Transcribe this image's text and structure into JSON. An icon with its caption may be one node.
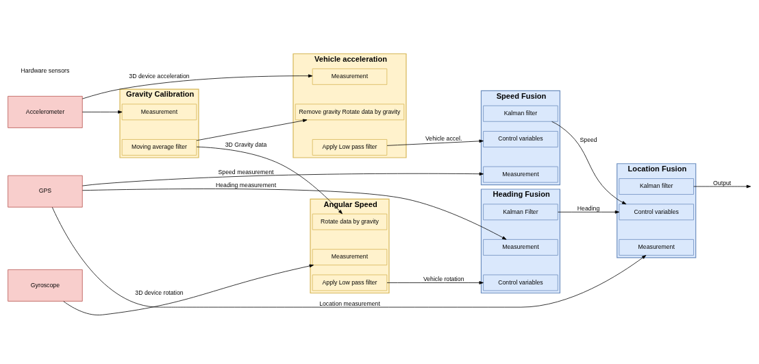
{
  "diagram": {
    "nodes": [
      {
        "text": [
          "Accelerometer"
        ]
      },
      {
        "text": [
          "GPS"
        ]
      },
      {
        "text": [
          "Gyroscope"
        ]
      },
      {
        "text": [
          "Gravity Calibration"
        ]
      },
      {
        "text": [
          "Measurement"
        ],
        "in": 3
      },
      {
        "text": [
          "Moving average filter"
        ],
        "in": 3
      },
      {
        "text": [
          "Vehicle acceleration"
        ]
      },
      {
        "text": [
          "Measurement"
        ],
        "in": 6
      },
      {
        "text": [
          "Remove gravity Rotate data by gravity"
        ],
        "in": 6
      },
      {
        "text": [
          "Apply Low pass filter"
        ],
        "in": 6
      },
      {
        "text": [
          "Angular Speed"
        ]
      },
      {
        "text": [
          "Measurement"
        ],
        "in": 10
      },
      {
        "text": [
          "Rotate data by gravity"
        ],
        "in": 10
      },
      {
        "text": [
          "Apply Low pass filter"
        ],
        "in": 10
      },
      {
        "text": [
          "Speed Fusion"
        ]
      },
      {
        "text": [
          "Kalman filter"
        ],
        "in": 14
      },
      {
        "text": [
          "Measurement"
        ],
        "in": 14
      },
      {
        "text": [
          "Control variables"
        ],
        "in": 14
      },
      {
        "text": [
          "Heading Fusion"
        ]
      },
      {
        "text": [
          "Kalman Filter"
        ],
        "in": 18
      },
      {
        "text": [
          "Measurement"
        ],
        "in": 18
      },
      {
        "text": [
          "Control variables"
        ],
        "in": 18
      },
      {
        "text": [
          "Location Fusion"
        ]
      },
      {
        "text": [
          "Kalman filter"
        ],
        "in": 22
      },
      {
        "text": [
          "Measurement"
        ],
        "in": 22
      },
      {
        "text": [
          "Control variables"
        ],
        "in": 22
      }
    ],
    "edges": [
      {
        "from": 0,
        "to": 7,
        "arrow": "to",
        "label": "3D device acceleration"
      },
      {
        "from": 0,
        "to": 4,
        "arrow": "to"
      },
      {
        "from": 5,
        "to": 8,
        "arrow": "to"
      },
      {
        "from": 5,
        "to": 12,
        "arrow": "to",
        "label": "3D Gravity data"
      },
      {
        "from": 9,
        "to": 17,
        "arrow": "to",
        "label": "Vehicle accel."
      },
      {
        "from": 1,
        "to": 16,
        "arrow": "to",
        "label": "Speed measurement"
      },
      {
        "from": 1,
        "to": 24,
        "arrow": "to",
        "label": "Location measurement"
      },
      {
        "from": 1,
        "to": 20,
        "arrow": "to",
        "label": "Heading measurement"
      },
      {
        "from": 2,
        "to": 11,
        "arrow": "to",
        "label": "3D device rotation"
      },
      {
        "from": 13,
        "to": 21,
        "arrow": "to",
        "label": "Vehicle rotation"
      },
      {
        "from": 15,
        "to": 25,
        "arrow": "to",
        "label": "Speed"
      },
      {
        "from": 19,
        "to": 25,
        "arrow": "to",
        "label": "Heading"
      },
      {
        "from": 23,
        "to": null,
        "arrow": "to",
        "label": "Output"
      }
    ],
    "labels": [
      "Hardware sensors"
    ]
  }
}
